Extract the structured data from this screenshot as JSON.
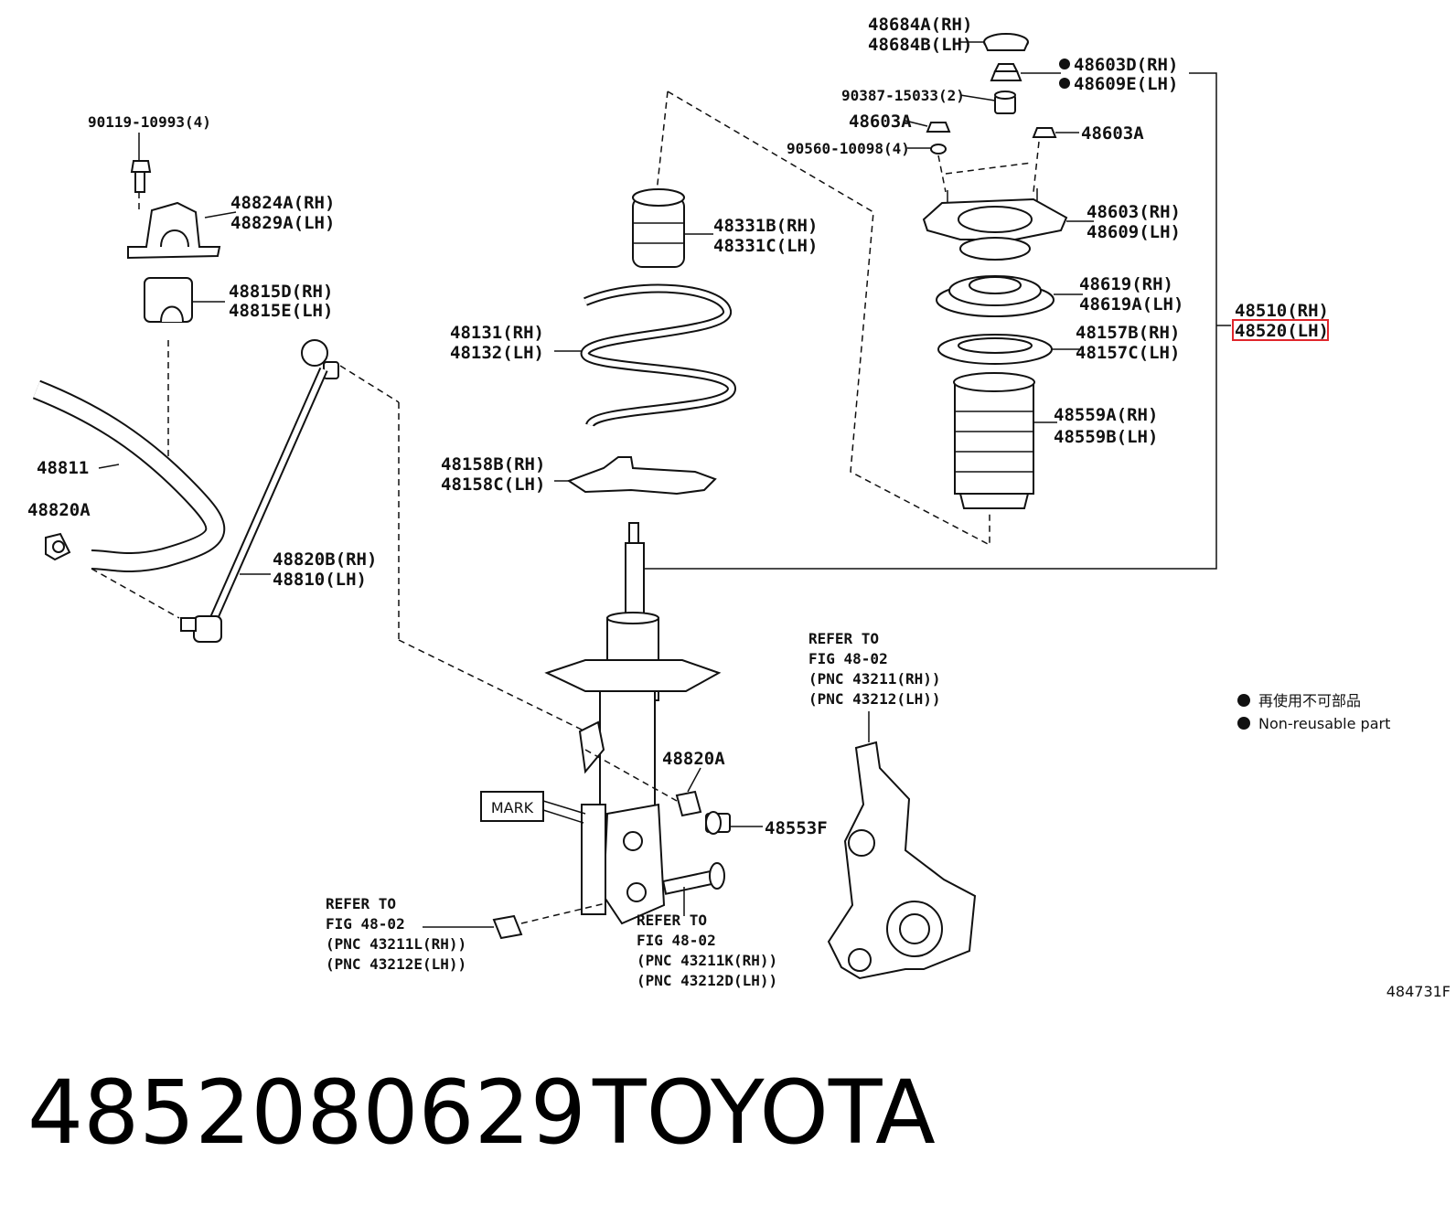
{
  "footer": {
    "part_number": "4852080629",
    "brand": "TOYOTA",
    "figure_code": "484731F"
  },
  "legend": {
    "jp": "再使用不可部品",
    "en": "Non-reusable part"
  },
  "mark_box": "MARK",
  "labels": {
    "l48684a": "48684A(RH)",
    "l48684b": "48684B(LH)",
    "l48603d": "48603D(RH)",
    "l48609e": "48609E(LH)",
    "l90387": "90387-15033(2)",
    "l48603a_1": "48603A",
    "l48603a_2": "48603A",
    "l90560": "90560-10098(4)",
    "l48603": "48603(RH)",
    "l48609": "48609(LH)",
    "l48619": "48619(RH)",
    "l48619a": "48619A(LH)",
    "l48510": "48510(RH)",
    "l48520": "48520(LH)",
    "l48157b": "48157B(RH)",
    "l48157c": "48157C(LH)",
    "l48559a": "48559A(RH)",
    "l48559b": "48559B(LH)",
    "l48331b": "48331B(RH)",
    "l48331c": "48331C(LH)",
    "l48131": "48131(RH)",
    "l48132": "48132(LH)",
    "l48158b": "48158B(RH)",
    "l48158c": "48158C(LH)",
    "l90119": "90119-10993(4)",
    "l48824a": "48824A(RH)",
    "l48829a": "48829A(LH)",
    "l48815d": "48815D(RH)",
    "l48815e": "48815E(LH)",
    "l48811": "48811",
    "l48820a_1": "48820A",
    "l48820b": "48820B(RH)",
    "l48810": "48810(LH)",
    "l48820a_2": "48820A",
    "l48553f": "48553F"
  },
  "refer_knuckle": {
    "line1": "REFER TO",
    "line2": "FIG 48-02",
    "line3": "(PNC 43211(RH))",
    "line4": "(PNC 43212(LH))"
  },
  "refer_nut": {
    "line1": "REFER TO",
    "line2": "FIG 48-02",
    "line3": "(PNC 43211L(RH))",
    "line4": "(PNC 43212E(LH))"
  },
  "refer_bolt": {
    "line1": "REFER TO",
    "line2": "FIG 48-02",
    "line3": "(PNC 43211K(RH))",
    "line4": "(PNC 43212D(LH))"
  }
}
